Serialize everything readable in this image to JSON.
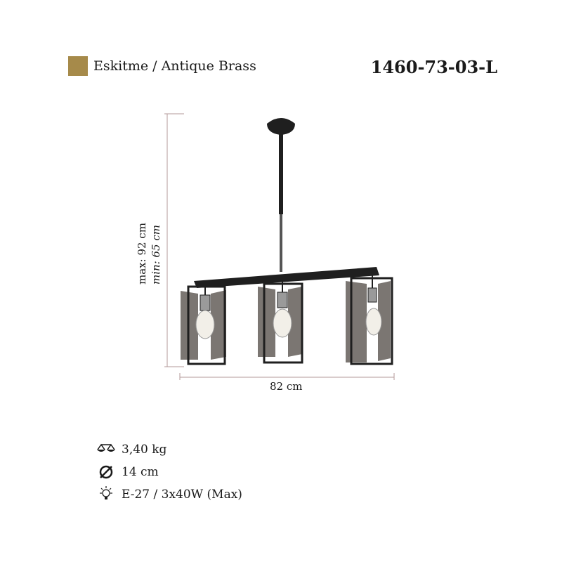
{
  "header": {
    "finish_label": "Eskitme / Antique Brass",
    "product_code": "1460-73-03-L",
    "swatch_color": "#a68a4a"
  },
  "dimensions": {
    "height_max": "max: 92 cm",
    "height_min": "min: 65 cm",
    "width": "82 cm"
  },
  "specs": {
    "weight": {
      "icon": "scale-icon",
      "value": "3,40 kg"
    },
    "diameter": {
      "icon": "diameter-icon",
      "value": "14 cm"
    },
    "bulb": {
      "icon": "lightbulb-icon",
      "value": "E-27 / 3x40W (Max)"
    }
  },
  "colors": {
    "metal": "#1f1f1f",
    "wood": "#7b7672",
    "dimension_line": "#b39a9a",
    "bulb_glass": "#f2efe8"
  }
}
